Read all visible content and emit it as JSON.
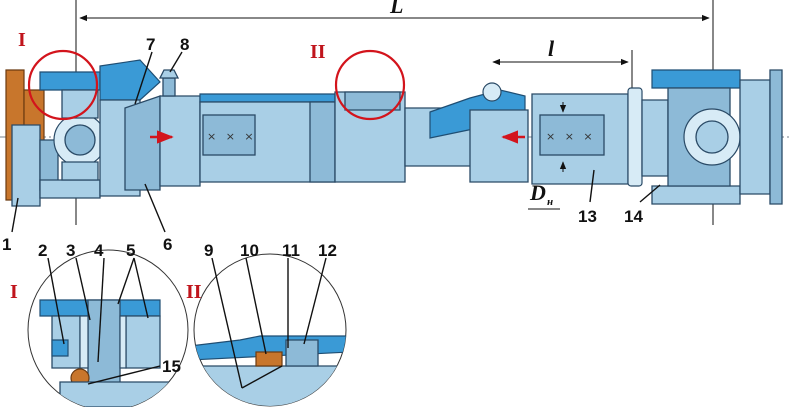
{
  "dimensions": {
    "overall": "L",
    "length": "l",
    "diameter": "D",
    "diameter_sub": "н"
  },
  "views": {
    "detail_1": "I",
    "detail_2": "II"
  },
  "parts": [
    "1",
    "2",
    "3",
    "4",
    "5",
    "6",
    "7",
    "8",
    "9",
    "10",
    "11",
    "12",
    "13",
    "14",
    "15"
  ],
  "marks": "× × ×",
  "colors": {
    "body": "#a9cfe6",
    "accent": "#3a9ad6",
    "rust": "#c8762c",
    "highlight": "#d3141c"
  }
}
